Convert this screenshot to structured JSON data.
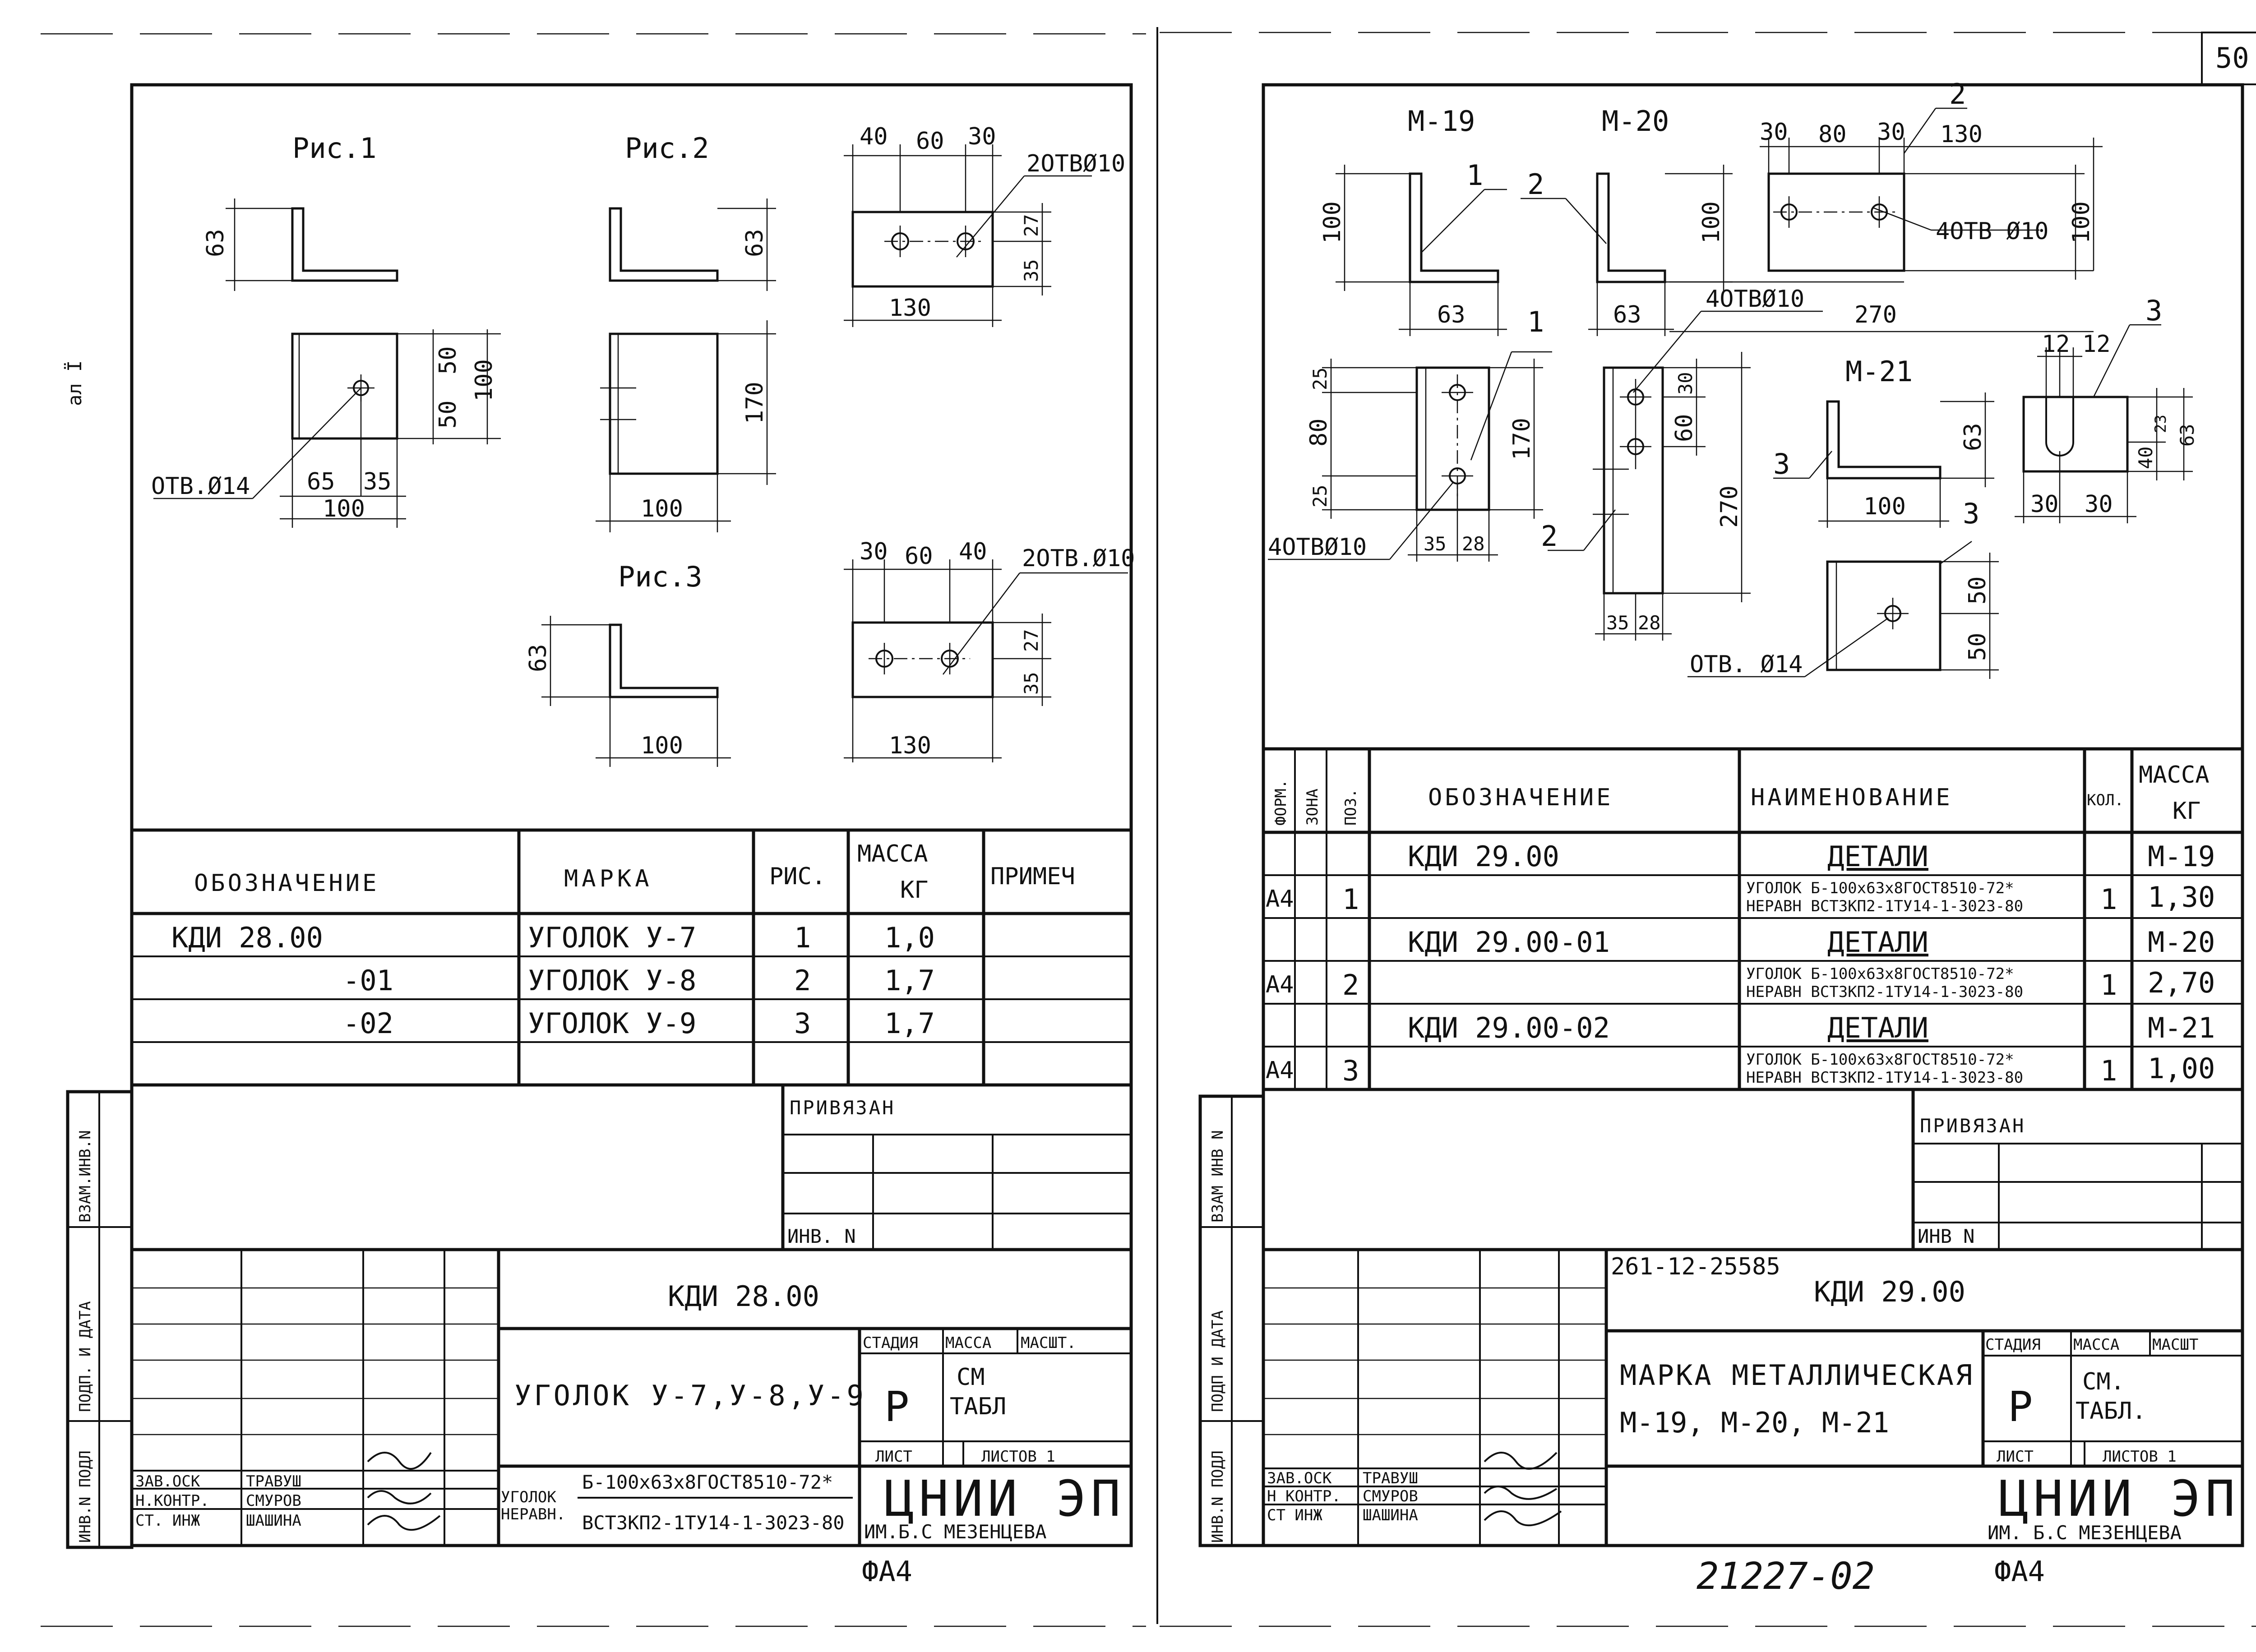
{
  "page_number": "50",
  "margin_note": "ал Ï",
  "archive_number": "21227-02",
  "left": {
    "fig_titles": [
      "Рис.1",
      "Рис.2",
      "Рис.3"
    ],
    "fig1": {
      "dim_63": "63",
      "dim_50a": "50",
      "dim_50b": "50",
      "dim_100v": "100",
      "dim_65": "65",
      "dim_35": "35",
      "dim_100h": "100",
      "hole": "ОТВ.Ø14"
    },
    "fig2": {
      "dim_63": "63",
      "dim_170": "170",
      "dim_100": "100"
    },
    "fig2_plate": {
      "d40": "40",
      "d60": "60",
      "d30": "30",
      "holes": "2ОТВØ10",
      "d27": "27",
      "d35": "35",
      "d130": "130"
    },
    "fig3": {
      "dim_63": "63",
      "dim_100": "100"
    },
    "fig3_plate": {
      "d30": "30",
      "d60": "60",
      "d40": "40",
      "holes": "2ОТВ.Ø10",
      "d27": "27",
      "d35": "35",
      "d130": "130"
    },
    "spec_headers": {
      "designation": "ОБОЗНАЧЕНИЕ",
      "mark": "МАРКА",
      "fig": "РИС.",
      "mass": "МАССА",
      "mass_unit": "КГ",
      "note": "ПРИМЕЧ"
    },
    "spec_rows": [
      {
        "designation": "КДИ 28.00",
        "mark": "УГОЛОК У-7",
        "fig": "1",
        "mass": "1,0"
      },
      {
        "designation": "-01",
        "mark": "УГОЛОК У-8",
        "fig": "2",
        "mass": "1,7"
      },
      {
        "designation": "-02",
        "mark": "УГОЛОК У-9",
        "fig": "3",
        "mass": "1,7"
      }
    ],
    "side_labels": [
      "ИНВ.N ПОДЛ",
      "ПОДП. И ДАТА",
      "ВЗАМ.ИНВ.N"
    ],
    "privyazan": "ПРИВЯЗАН",
    "inv": "ИНВ. N",
    "doc_code": "КДИ 28.00",
    "title": "УГОЛОК У-7,У-8,У-9",
    "stage_headers": [
      "СТАДИЯ",
      "МАССА",
      "МАСШТ."
    ],
    "stage": "Р",
    "mass_ref": [
      "СМ",
      "ТАБЛ"
    ],
    "sheet_label": "ЛИСТ",
    "sheets_label": "ЛИСТОВ 1",
    "signers": [
      {
        "role": "ЗАВ.ОСК",
        "name": "ТРАВУШ"
      },
      {
        "role": "Н.КОНТР.",
        "name": "СМУРОВ"
      },
      {
        "role": "СТ. ИНЖ",
        "name": "ШАШИНА"
      }
    ],
    "material_label": [
      "УГОЛОК",
      "НЕРАВН."
    ],
    "material_lines": [
      "Б-100х63х8ГОСТ8510-72*",
      "ВСТ3КП2-1ТУ14-1-3023-80"
    ],
    "org": "ЦНИИ ЭП",
    "org_sub": "ИМ.Б.С МЕЗЕНЦЕВА",
    "format": "ФА4"
  },
  "right": {
    "mark_titles": [
      "М-19",
      "М-20",
      "М-21"
    ],
    "m19": {
      "callout": "1",
      "d100": "100",
      "d63": "63",
      "d25": "25",
      "d80": "80",
      "d25b": "25",
      "d170": "170",
      "d35": "35",
      "d28": "28",
      "holes": "4ОТВØ10",
      "callout_plate": "1"
    },
    "m20": {
      "callout": "2",
      "d100": "100",
      "d63": "63",
      "holes": "4ОТВØ10",
      "d30": "30",
      "d60": "60",
      "d270": "270",
      "d35": "35",
      "d28": "28",
      "callout_plate": "2"
    },
    "plate2": {
      "callout": "2",
      "d30": "30",
      "d80": "80",
      "d30b": "30",
      "d130": "130",
      "holes": "4ОТВ Ø10",
      "d100": "100",
      "d270": "270"
    },
    "m21": {
      "callout": "3",
      "d63": "63",
      "d100": "100",
      "d50a": "50",
      "d50b": "50",
      "hole": "ОТВ. Ø14",
      "callout_plate": "3"
    },
    "washer": {
      "callout": "3",
      "d12a": "12",
      "d12b": "12",
      "d40": "40",
      "d23": "23",
      "d63": "63",
      "d30a": "30",
      "d30b": "30"
    },
    "spec_headers": {
      "form": "ФОРМ.",
      "zone": "ЗОНА",
      "pos": "ПОЗ.",
      "designation": "ОБОЗНАЧЕНИЕ",
      "name": "НАИМЕНОВАНИЕ",
      "qty": "КОЛ.",
      "mass": "МАССА",
      "mass_unit": "КГ"
    },
    "spec_groups": [
      {
        "designation": "КДИ 29.00",
        "section": "ДЕТАЛИ",
        "mark": "М-19",
        "form": "А4",
        "pos": "1",
        "line1": "УГОЛОК Б-100х63х8ГОСТ8510-72*",
        "line2": "НЕРАВН ВСТ3КП2-1ТУ14-1-3023-80",
        "qty": "1",
        "mass": "1,30"
      },
      {
        "designation": "КДИ 29.00-01",
        "section": "ДЕТАЛИ",
        "mark": "М-20",
        "form": "А4",
        "pos": "2",
        "line1": "УГОЛОК Б-100х63х8ГОСТ8510-72*",
        "line2": "НЕРАВН ВСТ3КП2-1ТУ14-1-3023-80",
        "qty": "1",
        "mass": "2,70"
      },
      {
        "designation": "КДИ 29.00-02",
        "section": "ДЕТАЛИ",
        "mark": "М-21",
        "form": "А4",
        "pos": "3",
        "line1": "УГОЛОК Б-100х63х8ГОСТ8510-72*",
        "line2": "НЕРАВН ВСТ3КП2-1ТУ14-1-3023-80",
        "qty": "1",
        "mass": "1,00"
      }
    ],
    "side_labels": [
      "ИНВ.N ПОДЛ",
      "ПОДП И ДАТА",
      "ВЗАМ ИНВ N"
    ],
    "privyazan": "ПРИВЯЗАН",
    "inv": "ИНВ N",
    "project_no": "261-12-25585",
    "doc_code": "КДИ 29.00",
    "title1": "МАРКА МЕТАЛЛИЧЕСКАЯ",
    "title2": "М-19, М-20, М-21",
    "stage_headers": [
      "СТАДИЯ",
      "МАССА",
      "МАСШТ"
    ],
    "stage": "Р",
    "mass_ref": [
      "СМ.",
      "ТАБЛ."
    ],
    "sheet_label": "ЛИСТ",
    "sheets_label": "ЛИСТОВ 1",
    "signers": [
      {
        "role": "ЗАВ.ОСК",
        "name": "ТРАВУШ"
      },
      {
        "role": "Н КОНТР.",
        "name": "СМУРОВ"
      },
      {
        "role": "СТ ИНЖ",
        "name": "ШАШИНА"
      }
    ],
    "org": "ЦНИИ ЭП",
    "org_sub": "ИМ. Б.С МЕЗЕНЦЕВА",
    "format": "ФА4"
  }
}
